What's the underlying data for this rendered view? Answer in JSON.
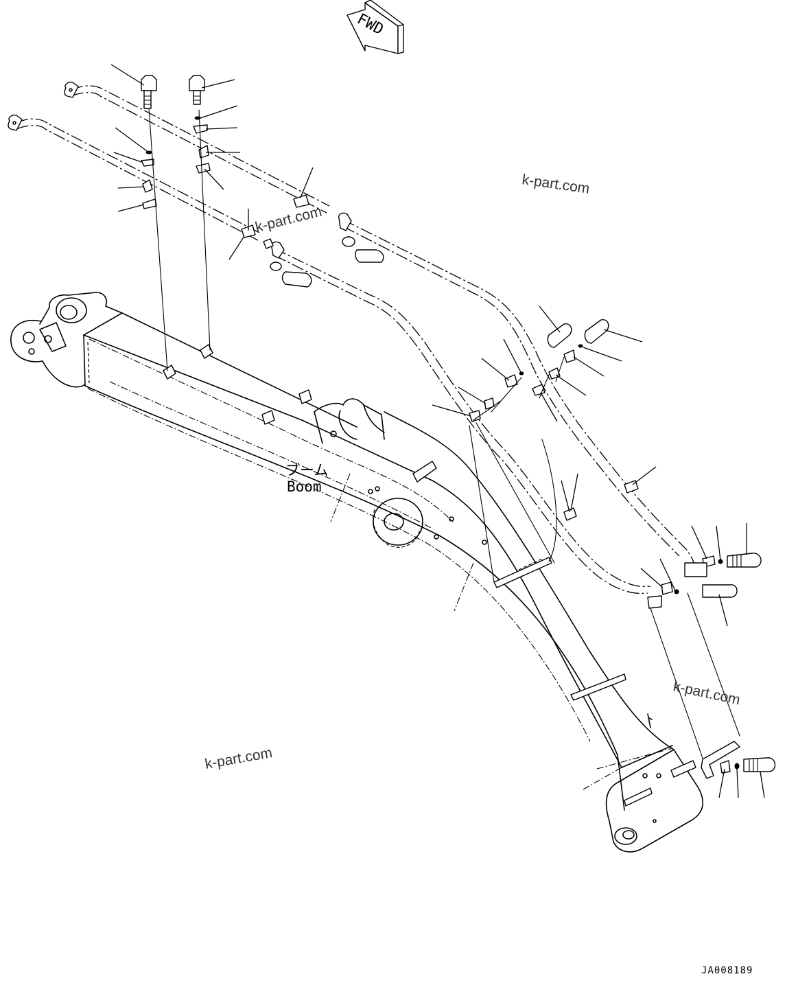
{
  "direction_arrow": {
    "label": "FWD"
  },
  "boom_label": {
    "jp": "ブーム",
    "en": "Boom"
  },
  "watermark": {
    "text": "k-part.com"
  },
  "drawing_number": "JA008189"
}
